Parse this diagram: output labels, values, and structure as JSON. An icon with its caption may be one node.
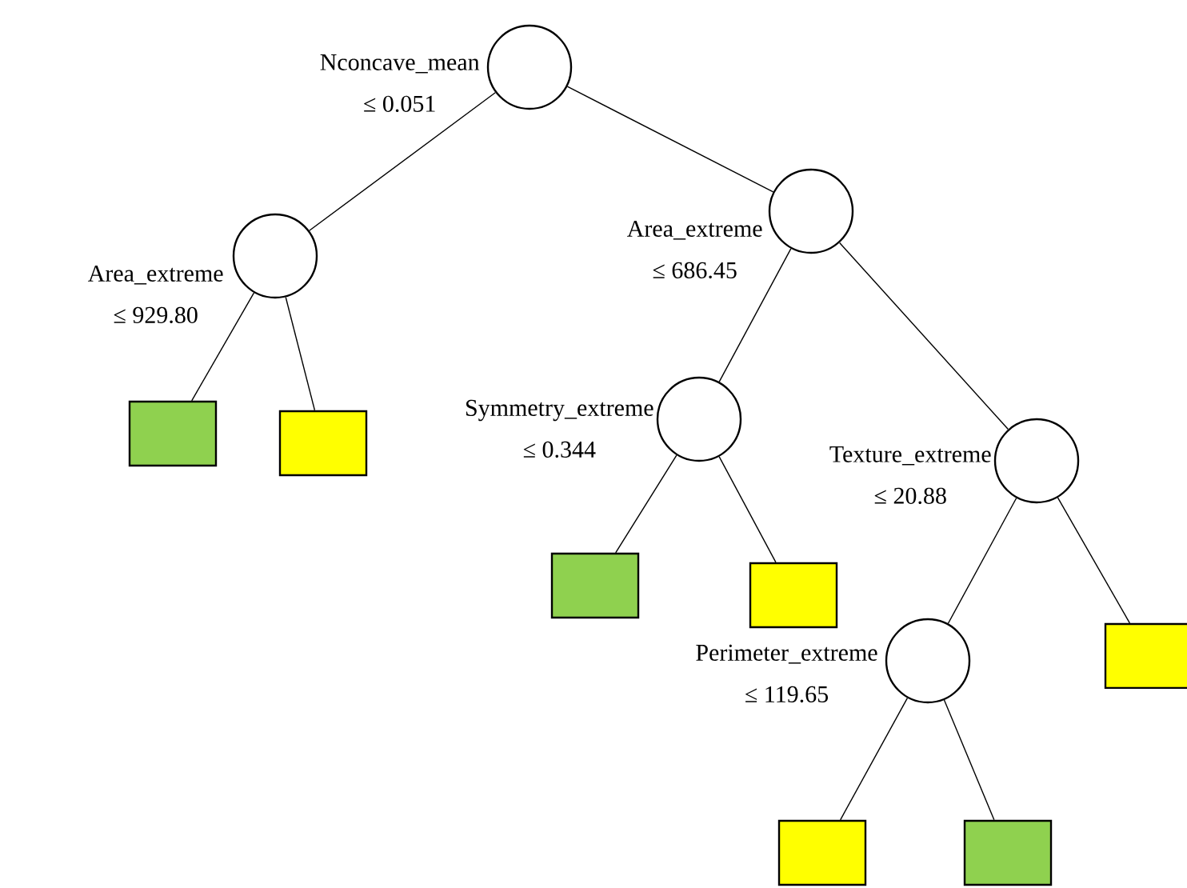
{
  "diagram": {
    "nodes": [
      {
        "text": [
          "Nconcave_mean",
          "≤ 0.051"
        ]
      },
      {
        "text": [
          "Area_extreme",
          "≤ 929.80"
        ]
      },
      {
        "text": [
          "Area_extreme",
          "≤ 686.45"
        ]
      },
      {
        "text": [],
        "shape": "box"
      },
      {
        "text": [],
        "shape": "box"
      },
      {
        "text": [
          "Symmetry_extreme",
          "≤ 0.344"
        ]
      },
      {
        "text": [
          "Texture_extreme",
          "≤ 20.88"
        ]
      },
      {
        "text": [],
        "shape": "box"
      },
      {
        "text": [],
        "shape": "box"
      },
      {
        "text": [
          "Perimeter_extreme",
          "≤ 119.65"
        ]
      },
      {
        "text": [],
        "shape": "box"
      },
      {
        "text": [],
        "shape": "box"
      },
      {
        "text": [],
        "shape": "box"
      }
    ],
    "edges": [
      {
        "from": 0,
        "to": 1,
        "arrow": "none"
      },
      {
        "from": 0,
        "to": 2,
        "arrow": "none"
      },
      {
        "from": 1,
        "to": 3,
        "arrow": "none"
      },
      {
        "from": 1,
        "to": 4,
        "arrow": "none"
      },
      {
        "from": 2,
        "to": 5,
        "arrow": "none"
      },
      {
        "from": 2,
        "to": 6,
        "arrow": "none"
      },
      {
        "from": 5,
        "to": 7,
        "arrow": "none"
      },
      {
        "from": 5,
        "to": 8,
        "arrow": "none"
      },
      {
        "from": 6,
        "to": 9,
        "arrow": "none"
      },
      {
        "from": 6,
        "to": 10,
        "arrow": "none"
      },
      {
        "from": 9,
        "to": 11,
        "arrow": "none"
      },
      {
        "from": 9,
        "to": 12,
        "arrow": "none"
      }
    ]
  }
}
